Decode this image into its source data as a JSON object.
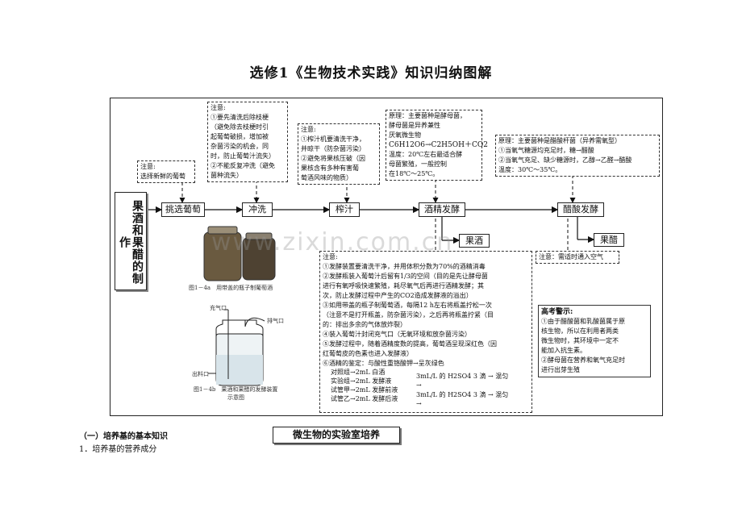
{
  "title": "选修1《生物技术实践》知识归纳图解",
  "side_label": "果酒和果醋的制作",
  "steps": [
    "挑选葡萄",
    "冲洗",
    "榨汁",
    "酒精发酵",
    "醋酸发酵"
  ],
  "products": {
    "wine": "果酒",
    "vinegar": "果醋"
  },
  "note_select": [
    "注意:",
    "选择新鲜的葡萄"
  ],
  "note_wash": [
    "注意:",
    "①要先清洗后除枝梗",
    "（避免除去枝梗时引",
    "起葡萄破损，增加被",
    "杂菌污染的机会，同",
    "时，防止葡萄汁流失）",
    "②不能反复冲洗（避免",
    "菌种流失）"
  ],
  "note_juice": [
    "注意:",
    "①榨汁机要清洗干净，",
    "并晾干（防杂菌污染）",
    "②避免将果核压破（因",
    "果核含有多种有害葡",
    "萄酒风味的物质）"
  ],
  "note_alcohol": [
    "原理：主要菌种是酵母菌，",
    "酵母菌是异养兼性",
    "厌氧微生物",
    "C6H12O6→C2H5OH＋CO2",
    "温度：20℃左右最适合酵",
    "母菌繁殖，一般控制",
    "在18℃～25℃。"
  ],
  "note_acetic": [
    "原理：主要菌种是醋酸杆菌（异养需氧型）",
    "①当氧气糖源均充足时，糖→醋酸",
    "②当氧气充足、缺少糖源时，乙醇→乙醛→醋酸",
    "温度：30℃～35℃。"
  ],
  "note_air": "注意：需适时通入空气",
  "note_main": [
    "注意:",
    "①发酵装置要清洗干净，并用体积分数为70%的酒精消毒",
    "②发酵瓶装入葡萄汁后留有1/3的空间（目的是先让酵母菌",
    "进行有氧呼吸快速繁殖，耗尽氧气后再进行酒精发酵；其",
    "次，防止发酵过程中产生的CO2造成发酵液的溢出）",
    "③如用带盖的瓶子制葡萄酒，每隔12 h左右将瓶盖拧松一次",
    "（注意不是打开瓶盖，防杂菌污染），之后再将瓶盖拧紧（目",
    "的：排出多余的气体放炸裂）",
    "④装入葡萄汁封闭充气口（无氧环境和放杂菌污染）",
    "⑤发酵过程中，随着酒精度数的提高，葡萄酒呈现深红色（因",
    "红葡萄皮的色素也进入发酵液）",
    "⑥酒精的鉴定：与酸性重铬酸钾→呈灰绿色"
  ],
  "identify": {
    "row1": "对照组→2mL 白酒",
    "row2": "实验组→2mL 发酵液",
    "row3": "试管甲→2mL 发酵前液",
    "row4": "试管乙→2mL 发酵后液",
    "r1": "3mL/L 的 H2SO4 3 滴 → 混匀",
    "r1b": "→",
    "r2": "3mL/L 的 H2SO4 3 滴 → 混匀",
    "r2b": "→"
  },
  "warning": [
    "高考警示:",
    "①由于醋酸菌和乳酸菌属于原",
    "核生物，所以在利用者两类",
    "微生物时，其环境中一定不",
    "能加入抗生素。",
    "②酵母菌在营养和氧气充足时",
    "进行出芽生殖"
  ],
  "fig_a_caption": "图1－4a　用带盖的瓶子制葡萄酒",
  "fig_b_caption": [
    "图1－4b　果酒和果醋的发酵装置",
    "示意图"
  ],
  "fig_b_labels": {
    "in": "充气口",
    "out": "排气口",
    "bottom": "出料口"
  },
  "watermark": "www.zixin.com.cn",
  "section_heading": "（一）培养基的基本知识",
  "section_item": "1．培养基的营养成分",
  "micro_box": "微生物的实验室培养"
}
